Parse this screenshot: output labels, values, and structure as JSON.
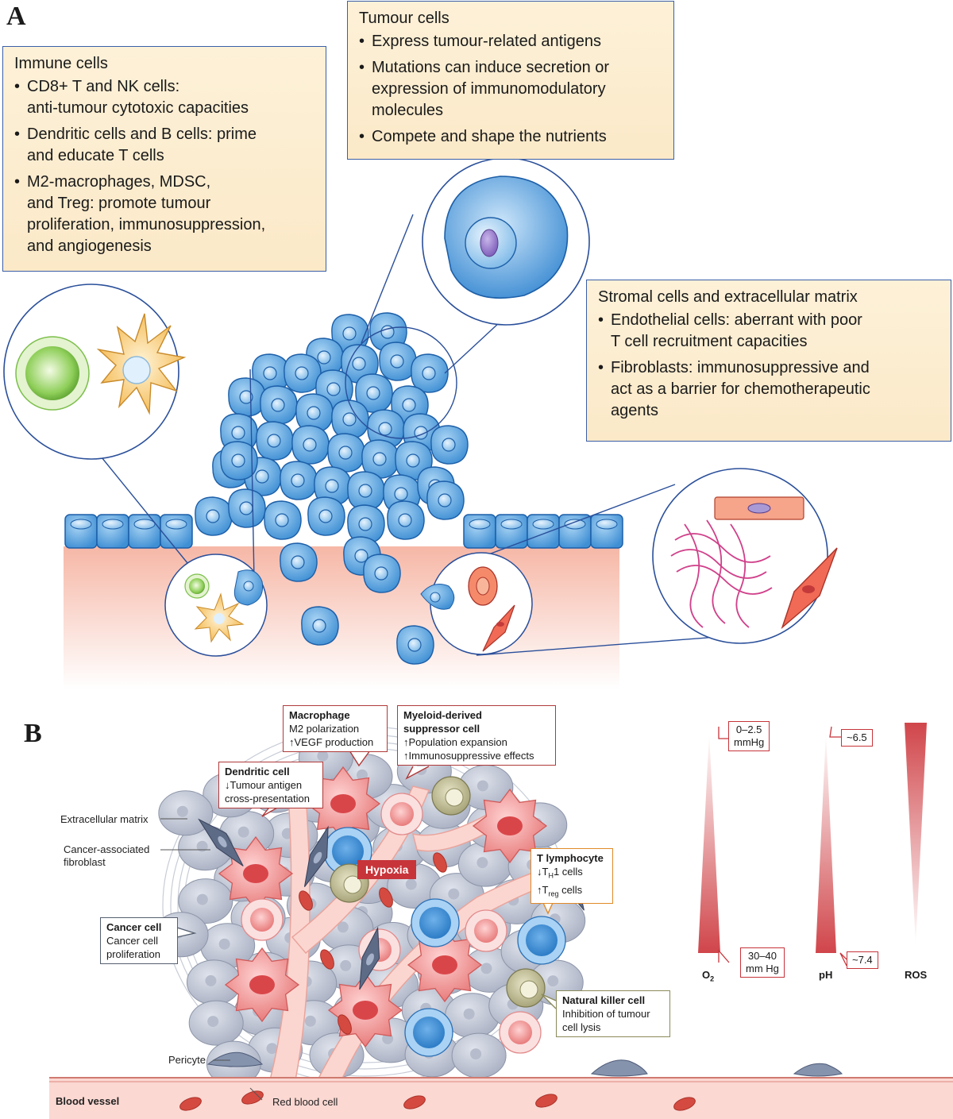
{
  "panel_a": {
    "letter": "A",
    "immune_box": {
      "title": "Immune cells",
      "items": [
        [
          "CD8+ T and NK cells:",
          "anti-tumour cytotoxic capacities"
        ],
        [
          "Dendritic cells and B cells: prime",
          "and educate T cells"
        ],
        [
          "M2-macrophages, MDSC,",
          "and Treg: promote tumour",
          "proliferation, immunosuppression,",
          "and angiogenesis"
        ]
      ]
    },
    "tumour_box": {
      "title": "Tumour cells",
      "items": [
        [
          "Express tumour-related antigens"
        ],
        [
          "Mutations can induce secretion or",
          "expression of immunomodulatory",
          "molecules"
        ],
        [
          "Compete and shape the nutrients"
        ]
      ]
    },
    "stromal_box": {
      "title": "Stromal cells and extracellular matrix",
      "items": [
        [
          "Endothelial cells: aberrant with poor",
          "T cell recruitment capacities"
        ],
        [
          "Fibroblasts: immunosuppressive and",
          "act as a barrier for chemotherapeutic",
          "agents"
        ]
      ]
    }
  },
  "panel_b": {
    "letter": "B",
    "callouts": {
      "macrophage": {
        "title": "Macrophage",
        "lines": [
          "M2 polarization",
          "↑VEGF production"
        ]
      },
      "mdsc": {
        "title": [
          "Myeloid-derived",
          "suppressor cell"
        ],
        "lines": [
          "↑Population expansion",
          "↑Immunosuppressive effects"
        ]
      },
      "dendritic": {
        "title": "Dendritic cell",
        "lines": [
          "↓Tumour antigen",
          "cross-presentation"
        ]
      },
      "tlymph": {
        "title": "T lymphocyte",
        "line1_pre": "↓T",
        "line1_sub": "H",
        "line1_post": "1 cells",
        "line2_pre": "↑T",
        "line2_sub": "reg",
        "line2_post": " cells"
      },
      "cancer": {
        "title": "Cancer cell",
        "lines": [
          "Cancer cell",
          "proliferation"
        ]
      },
      "nk": {
        "title": "Natural killer cell",
        "lines": [
          "Inhibition of tumour",
          "cell lysis"
        ]
      }
    },
    "labels": {
      "ecm": "Extracellular matrix",
      "caf": [
        "Cancer-associated",
        "fibroblast"
      ],
      "pericyte": "Pericyte",
      "blood_vessel": "Blood vessel",
      "rbc": "Red blood cell",
      "hypoxia": "Hypoxia"
    },
    "gauges": {
      "o2": {
        "label_main": "O",
        "label_sub": "2",
        "top": [
          "0–2.5",
          "mmHg"
        ],
        "bottom": [
          "30–40",
          "mm Hg"
        ]
      },
      "ph": {
        "label": "pH",
        "top": "~6.5",
        "bottom": "~7.4"
      },
      "ros": {
        "label": "ROS"
      }
    }
  },
  "colors": {
    "tumour_blue": "#5aa7e0",
    "box_border": "#3a5fa8",
    "box_fill": "#fcefd4",
    "tissue_pink": "#fbd9cc",
    "callout_red": "#b03a3a",
    "gauge_red": "#c7343a"
  }
}
